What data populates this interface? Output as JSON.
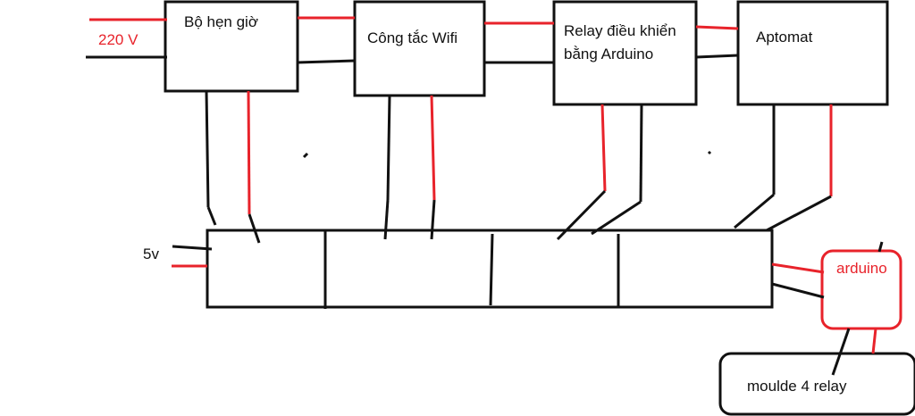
{
  "colors": {
    "wire_red": "#e8232b",
    "wire_black": "#111111",
    "box_stroke": "#111111",
    "background": "#ffffff",
    "arduino_text": "#e8232b"
  },
  "labels": {
    "supply_voltage": "220 V",
    "supply_5v": "5v"
  },
  "blocks": {
    "timer": "Bộ hẹn giờ",
    "wifi_switch": "Công tắc Wifi",
    "relay_line1": "Relay điều khiển",
    "relay_line2": "bằng Arduino",
    "breaker": "Aptomat",
    "arduino": "arduino",
    "relay_module": "moulde 4 relay"
  }
}
